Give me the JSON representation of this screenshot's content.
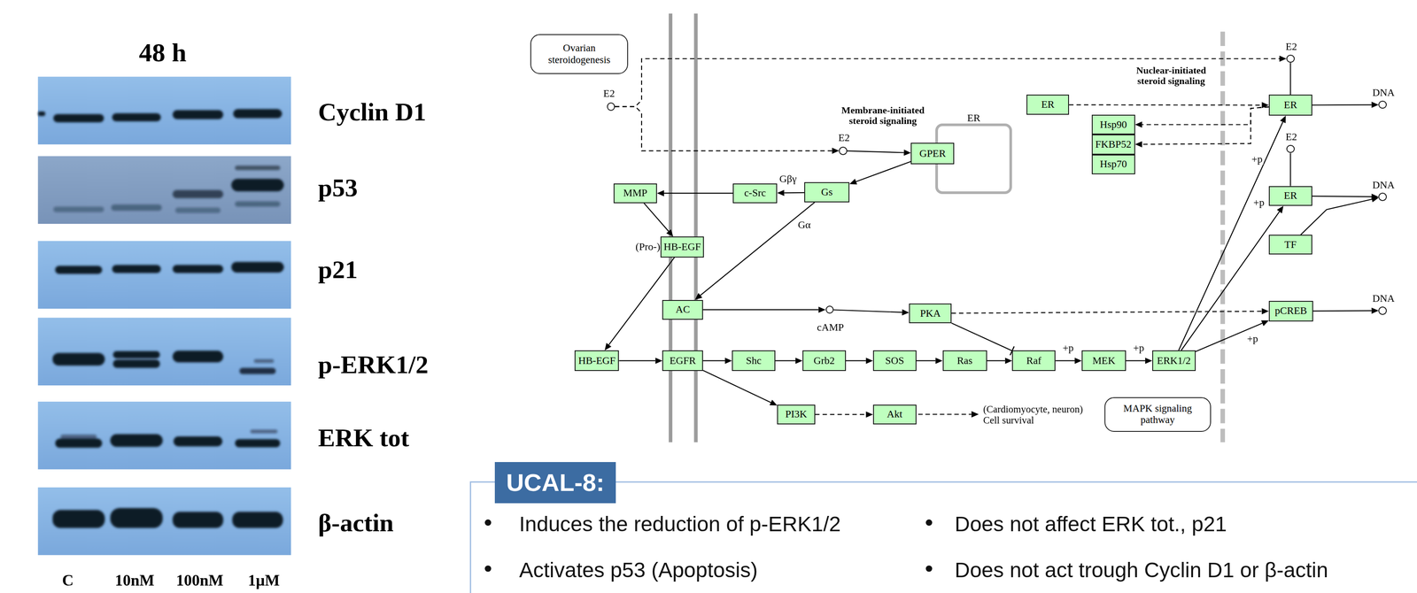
{
  "diagram": {
    "nodes": [
      {
        "text": [
          "Ovarian steroidogenesis"
        ]
      },
      {
        "text": [
          "E2"
        ]
      },
      {
        "text": [
          "E2"
        ]
      },
      {
        "text": [
          "ER"
        ]
      },
      {
        "text": [
          "GPER"
        ]
      },
      {
        "text": [
          "Gs"
        ]
      },
      {
        "text": [
          "c-Src"
        ]
      },
      {
        "text": [
          "MMP"
        ]
      },
      {
        "text": [
          "(Pro-)",
          "HB-EGF"
        ]
      },
      {
        "text": [
          "AC"
        ]
      },
      {
        "text": [
          "cAMP"
        ]
      },
      {
        "text": [
          "PKA"
        ]
      },
      {
        "text": [
          "HB-EGF"
        ]
      },
      {
        "text": [
          "EGFR"
        ]
      },
      {
        "text": [
          "Shc"
        ]
      },
      {
        "text": [
          "Grb2"
        ]
      },
      {
        "text": [
          "SOS"
        ]
      },
      {
        "text": [
          "Ras"
        ]
      },
      {
        "text": [
          "Raf"
        ]
      },
      {
        "text": [
          "MEK"
        ]
      },
      {
        "text": [
          "ERK1/2"
        ]
      },
      {
        "text": [
          "PI3K"
        ]
      },
      {
        "text": [
          "Akt"
        ]
      },
      {
        "text": [
          "MAPK signaling pathway"
        ]
      },
      {
        "text": [
          "ER"
        ]
      },
      {
        "text": [
          "Hsp90"
        ]
      },
      {
        "text": [
          "FKBP52"
        ]
      },
      {
        "text": [
          "Hsp70"
        ]
      },
      {
        "text": [
          "E2"
        ]
      },
      {
        "text": [
          "ER"
        ]
      },
      {
        "text": [
          "DNA"
        ]
      },
      {
        "text": [
          "E2"
        ]
      },
      {
        "text": [
          "ER"
        ]
      },
      {
        "text": [
          "DNA"
        ]
      },
      {
        "text": [
          "TF"
        ]
      },
      {
        "text": [
          "pCREB"
        ]
      },
      {
        "text": [
          "DNA"
        ]
      },
      {
        "text": [
          "UCAL-8:",
          "Induces the reduction of p-ERK1/2",
          "Does not affect ERK tot., p21",
          "Activates p53 (Apoptosis)",
          "Does not act trough Cyclin D1 or β-actin"
        ]
      }
    ],
    "edges": [
      {
        "from": 1,
        "to": 28,
        "arrow": "to"
      },
      {
        "from": 1,
        "to": 2,
        "arrow": "to"
      },
      {
        "from": 2,
        "to": 4,
        "arrow": "to"
      },
      {
        "from": 4,
        "to": 5,
        "arrow": "to"
      },
      {
        "from": 5,
        "to": 6,
        "arrow": "to",
        "label": "Gβγ"
      },
      {
        "from": 6,
        "to": 7,
        "arrow": "to"
      },
      {
        "from": 5,
        "to": 9,
        "arrow": "to",
        "label": "Gα"
      },
      {
        "from": 7,
        "to": 8,
        "arrow": "to"
      },
      {
        "from": 8,
        "to": 12,
        "arrow": "to"
      },
      {
        "from": 9,
        "to": 10,
        "arrow": "to"
      },
      {
        "from": 10,
        "to": 11,
        "arrow": "to"
      },
      {
        "from": 11,
        "to": 18,
        "arrow": "to"
      },
      {
        "from": 11,
        "to": 35,
        "arrow": "to"
      },
      {
        "from": 12,
        "to": 13,
        "arrow": "to"
      },
      {
        "from": 13,
        "to": 14,
        "arrow": "to"
      },
      {
        "from": 14,
        "to": 15,
        "arrow": "to"
      },
      {
        "from": 15,
        "to": 16,
        "arrow": "to"
      },
      {
        "from": 16,
        "to": 17,
        "arrow": "to"
      },
      {
        "from": 17,
        "to": 18,
        "arrow": "to"
      },
      {
        "from": 18,
        "to": 19,
        "arrow": "to",
        "label": "+p"
      },
      {
        "from": 19,
        "to": 20,
        "arrow": "to",
        "label": "+p"
      },
      {
        "from": 13,
        "to": 21,
        "arrow": "to"
      },
      {
        "from": 21,
        "to": 22,
        "arrow": "to"
      },
      {
        "from": 20,
        "to": 29,
        "arrow": "to",
        "label": "+p"
      },
      {
        "from": 20,
        "to": 32,
        "arrow": "to",
        "label": "+p"
      },
      {
        "from": 20,
        "to": 35,
        "arrow": "to",
        "label": "+p"
      },
      {
        "from": 24,
        "to": 29,
        "arrow": "to"
      },
      {
        "from": 29,
        "to": 25,
        "arrow": "to"
      },
      {
        "from": 29,
        "to": 26,
        "arrow": "to"
      },
      {
        "from": 28,
        "to": 29,
        "arrow": "none"
      },
      {
        "from": 29,
        "to": 30,
        "arrow": "to"
      },
      {
        "from": 31,
        "to": 32,
        "arrow": "none"
      },
      {
        "from": 32,
        "to": 33,
        "arrow": "to"
      },
      {
        "from": 34,
        "to": 33,
        "arrow": "to"
      },
      {
        "from": 35,
        "to": 36,
        "arrow": "to"
      }
    ],
    "labels": [
      "48 h",
      "Cyclin D1",
      "p53",
      "p21",
      "p-ERK1/2",
      "ERK tot",
      "β-actin",
      "C",
      "10nM",
      "100nM",
      "1μM",
      "Membrane-initiated steroid signaling",
      "Nuclear-initiated steroid signaling",
      "(Cardiomyocyte, neuron) Cell survival"
    ]
  }
}
